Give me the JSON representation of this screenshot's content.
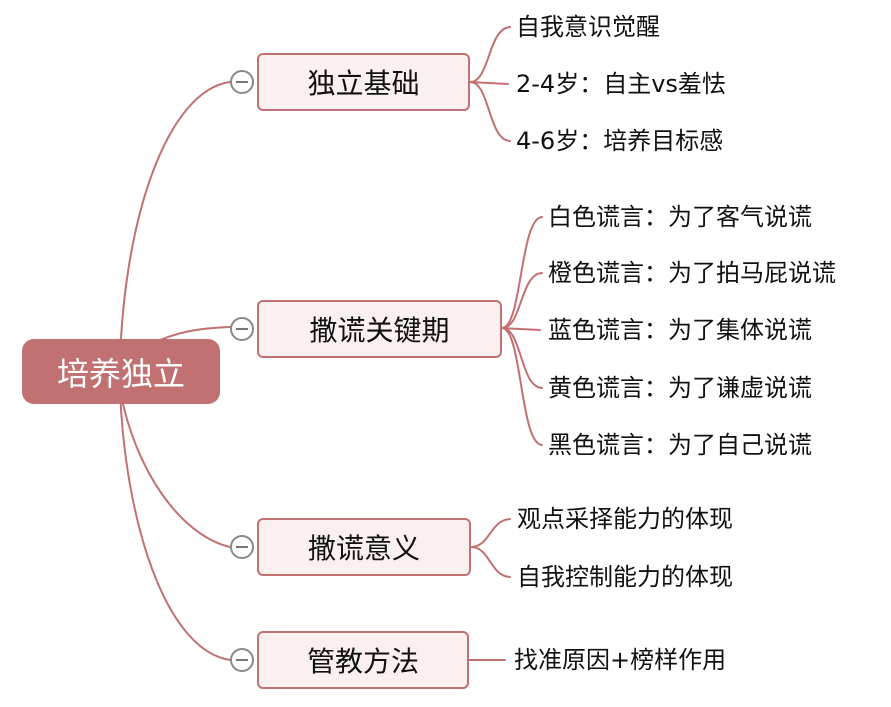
{
  "root": {
    "label": "培养独立"
  },
  "branches": [
    {
      "label": "独立基础",
      "leaves": [
        "自我意识觉醒",
        "2-4岁：自主vs羞怯",
        "4-6岁：培养目标感"
      ]
    },
    {
      "label": "撒谎关键期",
      "leaves": [
        "白色谎言：为了客气说谎",
        "橙色谎言：为了拍马屁说谎",
        "蓝色谎言：为了集体说谎",
        "黄色谎言：为了谦虚说谎",
        "黑色谎言：为了自己说谎"
      ]
    },
    {
      "label": "撒谎意义",
      "leaves": [
        "观点采择能力的体现",
        "自我控制能力的体现"
      ]
    },
    {
      "label": "管教方法",
      "leaves": [
        "找准原因+榜样作用"
      ]
    }
  ],
  "colors": {
    "accent": "#c27173",
    "branch_fill": "#fbf0f0",
    "line": "#c27173"
  },
  "icons": {
    "collapse": "minus-circle-icon"
  }
}
